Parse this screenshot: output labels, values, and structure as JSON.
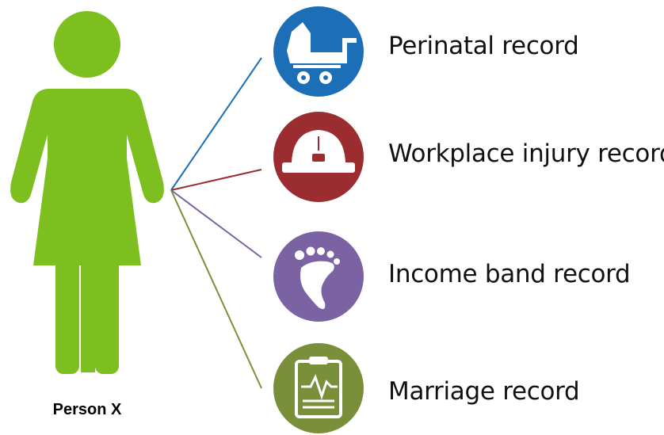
{
  "person": {
    "label": "Person X",
    "color": "#7cbf1e",
    "icon": "female-person-icon"
  },
  "records": [
    {
      "label": "Perinatal record",
      "color": "#1c6fb7",
      "icon": "baby-stroller-icon"
    },
    {
      "label": "Workplace injury record",
      "color": "#9b2d30",
      "icon": "hard-hat-icon"
    },
    {
      "label": "Income band record",
      "color": "#7a62a3",
      "icon": "footprint-icon"
    },
    {
      "label": "Marriage record",
      "color": "#7a8f3a",
      "icon": "medical-clipboard-icon"
    }
  ]
}
